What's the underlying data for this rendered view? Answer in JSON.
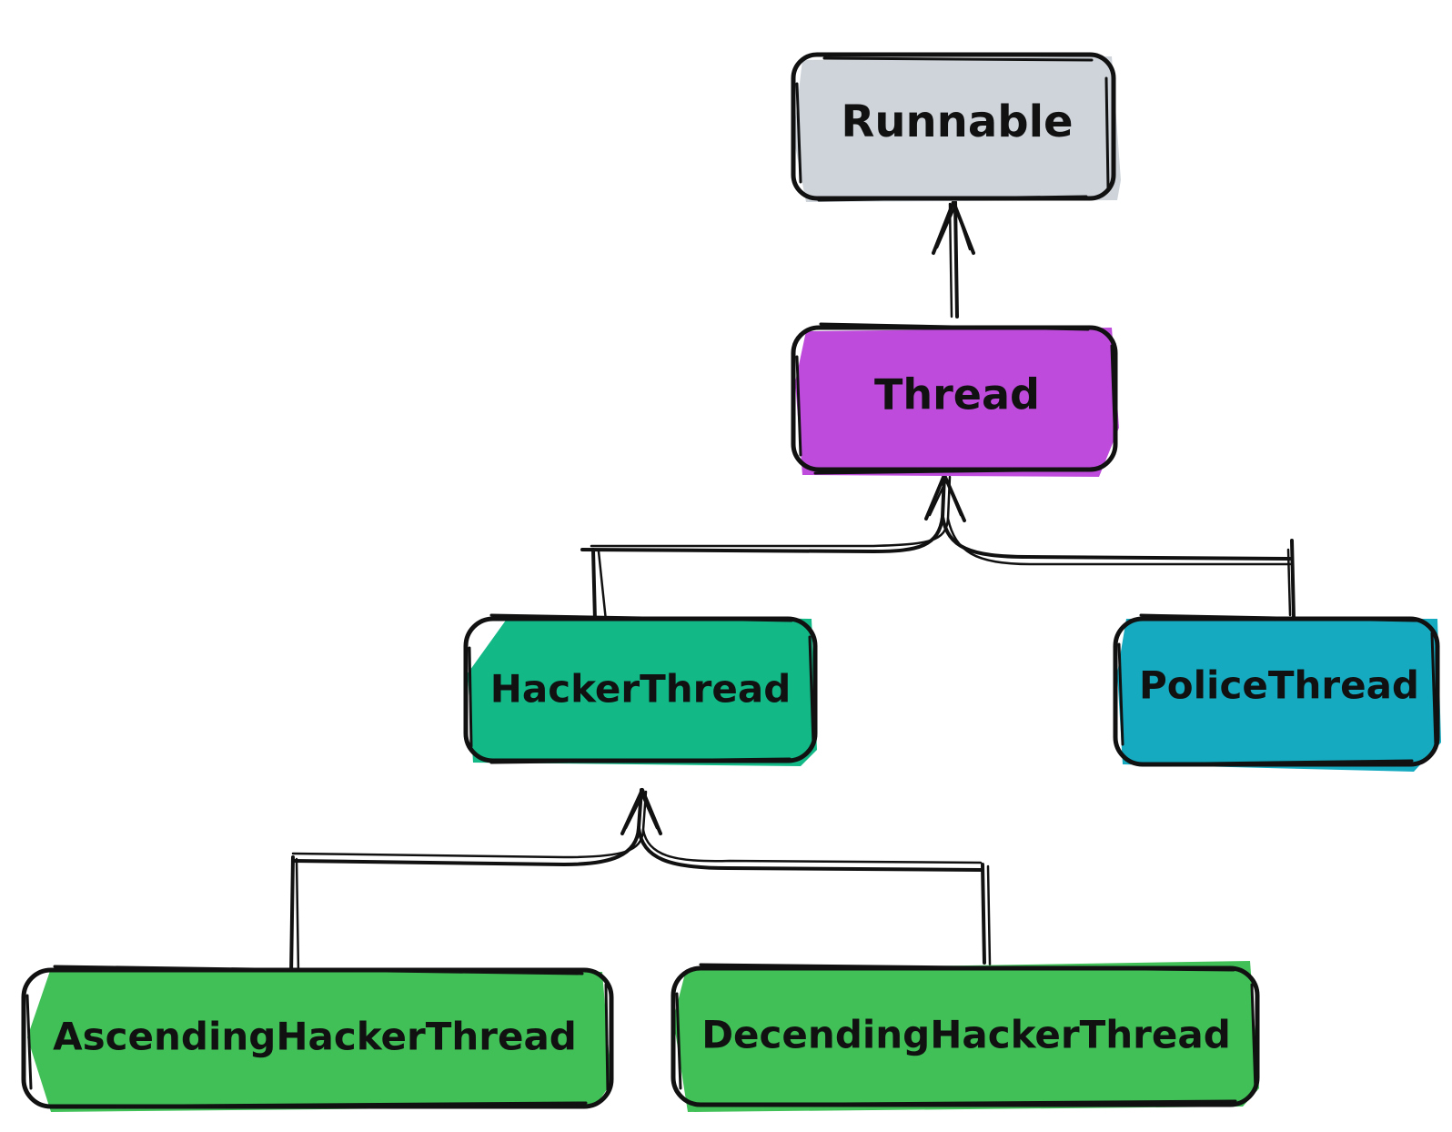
{
  "nodes": {
    "runnable": {
      "label": "Runnable",
      "color": "#ced4da"
    },
    "thread": {
      "label": "Thread",
      "color": "#be4bdb"
    },
    "hacker_thread": {
      "label": "HackerThread",
      "color": "#12b886"
    },
    "police_thread": {
      "label": "PoliceThread",
      "color": "#15aabf"
    },
    "ascending_hacker_thread": {
      "label": "AscendingHackerThread",
      "color": "#40c057"
    },
    "decending_hacker_thread": {
      "label": "DecendingHackerThread",
      "color": "#40c057"
    }
  },
  "edges": [
    {
      "from": "thread",
      "to": "runnable"
    },
    {
      "from": "hacker_thread",
      "to": "thread"
    },
    {
      "from": "police_thread",
      "to": "thread"
    },
    {
      "from": "ascending_hacker_thread",
      "to": "hacker_thread"
    },
    {
      "from": "decending_hacker_thread",
      "to": "hacker_thread"
    }
  ]
}
